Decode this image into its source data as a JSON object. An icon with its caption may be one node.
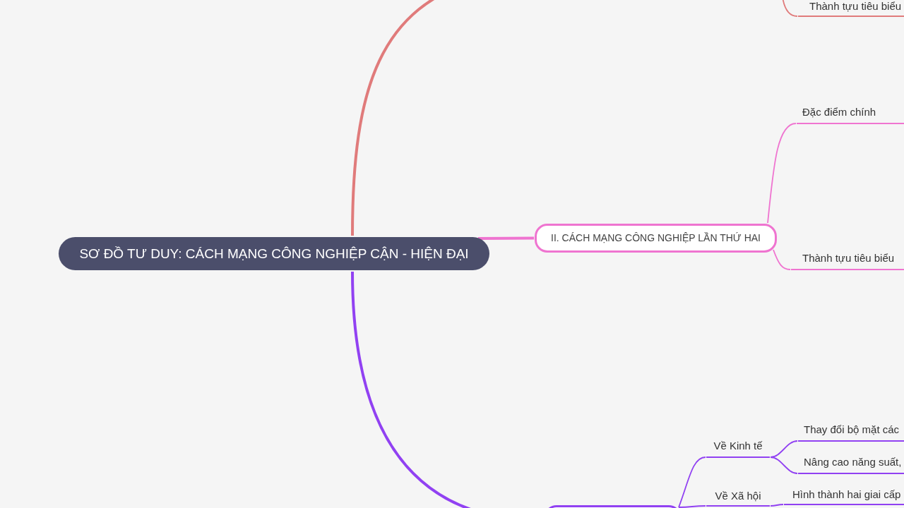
{
  "diagram": {
    "nodes": [
      {
        "text": [
          "SƠ ĐỒ TƯ DUY: CÁCH MẠNG CÔNG NGHIỆP CẬN - HIỆN ĐẠI"
        ]
      },
      {
        "text": [
          "Thành tựu tiêu biểu"
        ]
      },
      {
        "text": [
          "II. CÁCH MẠNG CÔNG NGHIỆP LẦN THỨ HAI"
        ]
      },
      {
        "text": [
          "Đặc điểm chính"
        ]
      },
      {
        "text": [
          "Thành tựu tiêu biểu"
        ]
      },
      {
        "text": [],
        "shape": "box"
      },
      {
        "text": [
          "Về Kinh tế"
        ]
      },
      {
        "text": [
          "Thay đổi bộ mặt các"
        ]
      },
      {
        "text": [
          "Nâng cao năng suất,"
        ]
      },
      {
        "text": [
          "Về Xã hội"
        ]
      },
      {
        "text": [
          "Hình thành hai giai cấp"
        ]
      }
    ],
    "edges": [
      {
        "from": 0,
        "to": null,
        "arrow": "none",
        "style": "thick",
        "color": "#e07b7b"
      },
      {
        "from": null,
        "to": 1,
        "arrow": "none",
        "color": "#e07b7b"
      },
      {
        "from": 0,
        "to": 2,
        "arrow": "none",
        "style": "thick",
        "color": "#ef74d0"
      },
      {
        "from": 2,
        "to": 3,
        "arrow": "none",
        "color": "#ef74d0"
      },
      {
        "from": 2,
        "to": 4,
        "arrow": "none",
        "color": "#ef74d0"
      },
      {
        "from": 0,
        "to": 5,
        "arrow": "none",
        "style": "thick"
      },
      {
        "from": 5,
        "to": 6,
        "arrow": "none"
      },
      {
        "from": 6,
        "to": 7,
        "arrow": "none"
      },
      {
        "from": 6,
        "to": 8,
        "arrow": "none"
      },
      {
        "from": 5,
        "to": 9,
        "arrow": "none"
      },
      {
        "from": 9,
        "to": 10,
        "arrow": "none"
      }
    ]
  }
}
